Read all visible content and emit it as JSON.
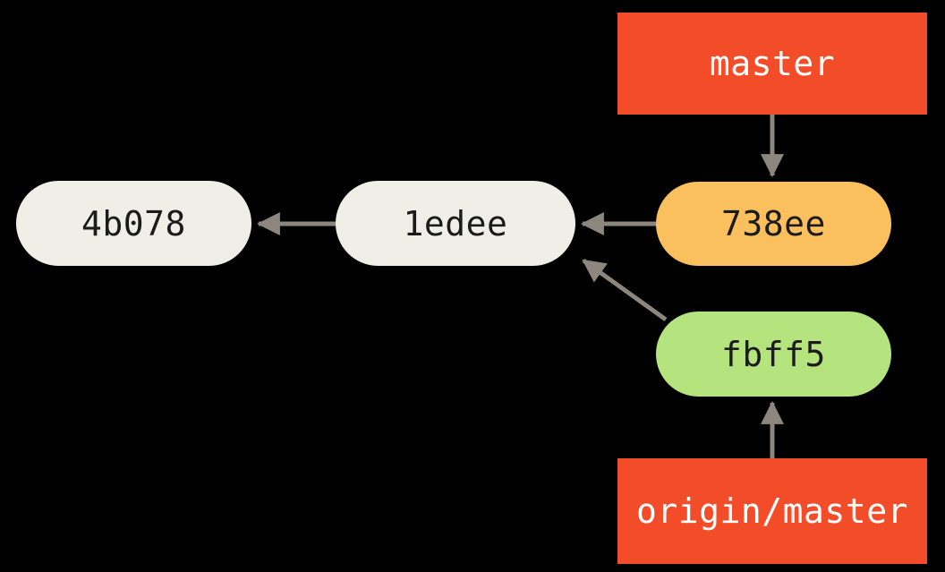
{
  "diagram": {
    "title": "git-branch-graph",
    "background_color": "#000000",
    "edge_color": "#8c867e",
    "nodes": [
      {
        "id": "4b078",
        "label": "4b078",
        "kind": "commit",
        "fill": "#efefe8",
        "text_color": "#1b1b1b"
      },
      {
        "id": "1edee",
        "label": "1edee",
        "kind": "commit",
        "fill": "#efefe8",
        "text_color": "#1b1b1b"
      },
      {
        "id": "738ee",
        "label": "738ee",
        "kind": "commit",
        "fill": "#fbc05e",
        "text_color": "#1b1b1b"
      },
      {
        "id": "fbff5",
        "label": "fbff5",
        "kind": "commit",
        "fill": "#b5e47f",
        "text_color": "#1b1b1b"
      },
      {
        "id": "master",
        "label": "master",
        "kind": "ref",
        "fill": "#f24c28",
        "text_color": "#ffffff"
      },
      {
        "id": "origin-master",
        "label": "origin/master",
        "kind": "ref",
        "fill": "#f24c28",
        "text_color": "#ffffff"
      }
    ],
    "edges": [
      {
        "id": "edge-738ee-1edee",
        "from": "738ee",
        "to": "1edee",
        "style": "solid",
        "arrow": "left"
      },
      {
        "id": "edge-1edee-4b078",
        "from": "1edee",
        "to": "4b078",
        "style": "solid",
        "arrow": "left"
      },
      {
        "id": "edge-fbff5-1edee",
        "from": "fbff5",
        "to": "1edee",
        "style": "solid",
        "arrow": "up-left"
      },
      {
        "id": "edge-master-738ee",
        "from": "master",
        "to": "738ee",
        "style": "solid",
        "arrow": "down"
      },
      {
        "id": "edge-originmaster-fbff5",
        "from": "origin-master",
        "to": "fbff5",
        "style": "solid",
        "arrow": "up"
      }
    ]
  }
}
